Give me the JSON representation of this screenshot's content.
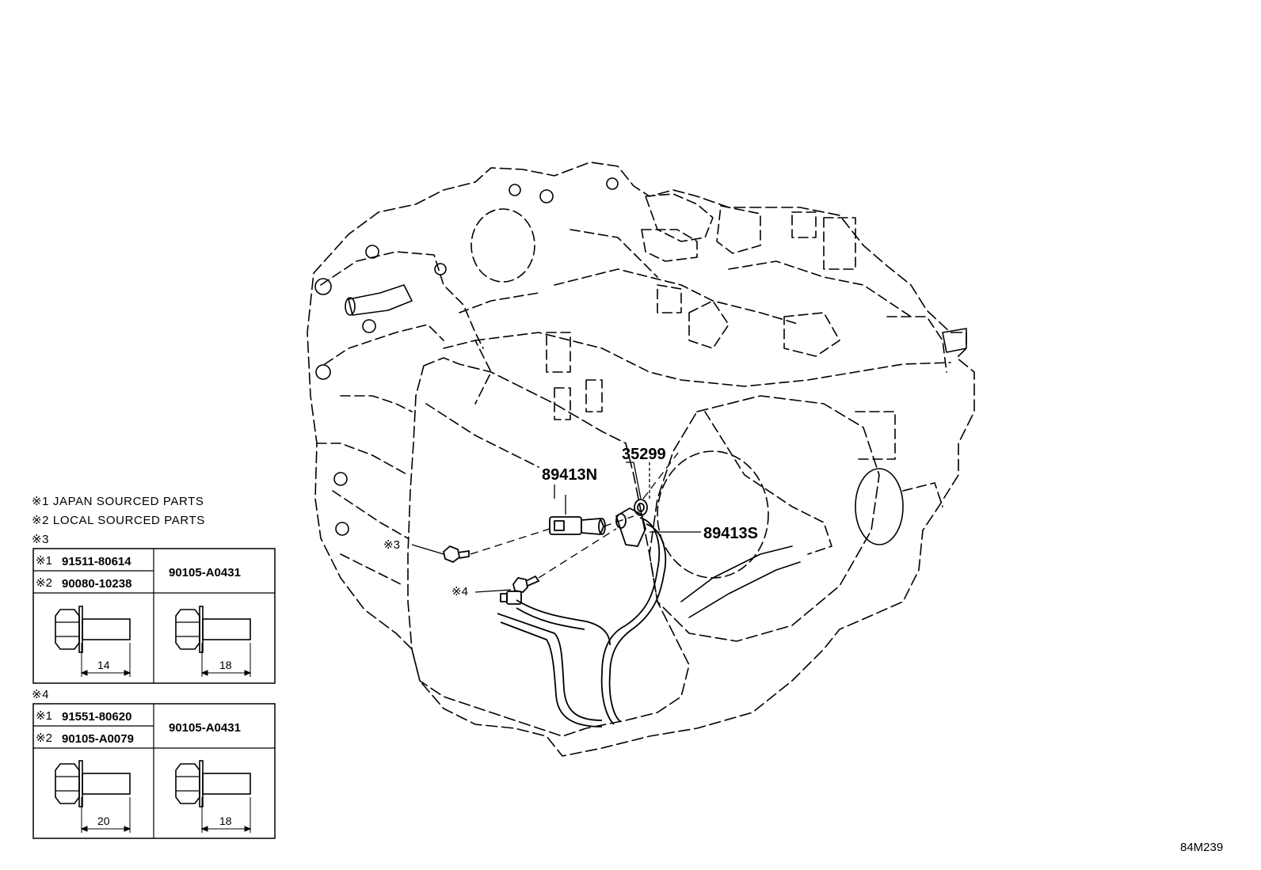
{
  "callouts": {
    "p35299": "35299",
    "p89413N": "89413N",
    "p89413S": "89413S",
    "ref3": "※3",
    "ref4": "※4"
  },
  "notes": {
    "note1": "※1 JAPAN SOURCED PARTS",
    "note2": "※2 LOCAL SOURCED PARTS",
    "note3": "※3",
    "note4": "※4"
  },
  "table3": {
    "mark1": "※1",
    "part1": "91511-80614",
    "mark2": "※2",
    "part2": "90080-10238",
    "right": "90105-A0431",
    "dim_left": "14",
    "dim_right": "18"
  },
  "table4": {
    "mark1": "※1",
    "part1": "91551-80620",
    "mark2": "※2",
    "part2": "90105-A0079",
    "right": "90105-A0431",
    "dim_left": "20",
    "dim_right": "18"
  },
  "diagram_code": "84M239"
}
